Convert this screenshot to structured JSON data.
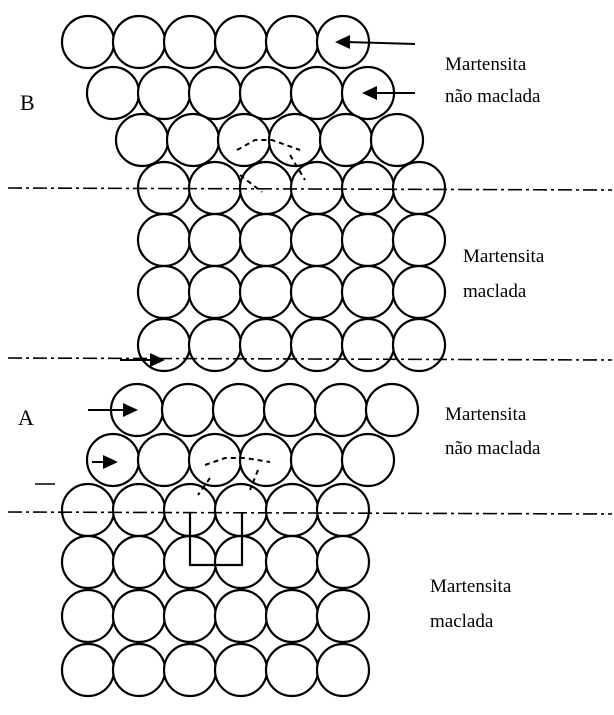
{
  "labels": {
    "point_b": "B",
    "point_a": "A",
    "top_untwinned": [
      "Martensita",
      "não maclada"
    ],
    "upper_twinned": [
      "Martensita",
      "maclada"
    ],
    "middle_untwinned": [
      "Martensita",
      "não maclada"
    ],
    "lower_twinned": [
      "Martensita",
      "maclada"
    ]
  },
  "colors": {
    "stroke": "#000000",
    "background": "#ffffff"
  },
  "regions": [
    {
      "name": "untwinned-top",
      "kind": "untwinned"
    },
    {
      "name": "twinned-upper",
      "kind": "twinned"
    },
    {
      "name": "untwinned-middle",
      "kind": "untwinned"
    },
    {
      "name": "twinned-lower",
      "kind": "twinned"
    }
  ]
}
